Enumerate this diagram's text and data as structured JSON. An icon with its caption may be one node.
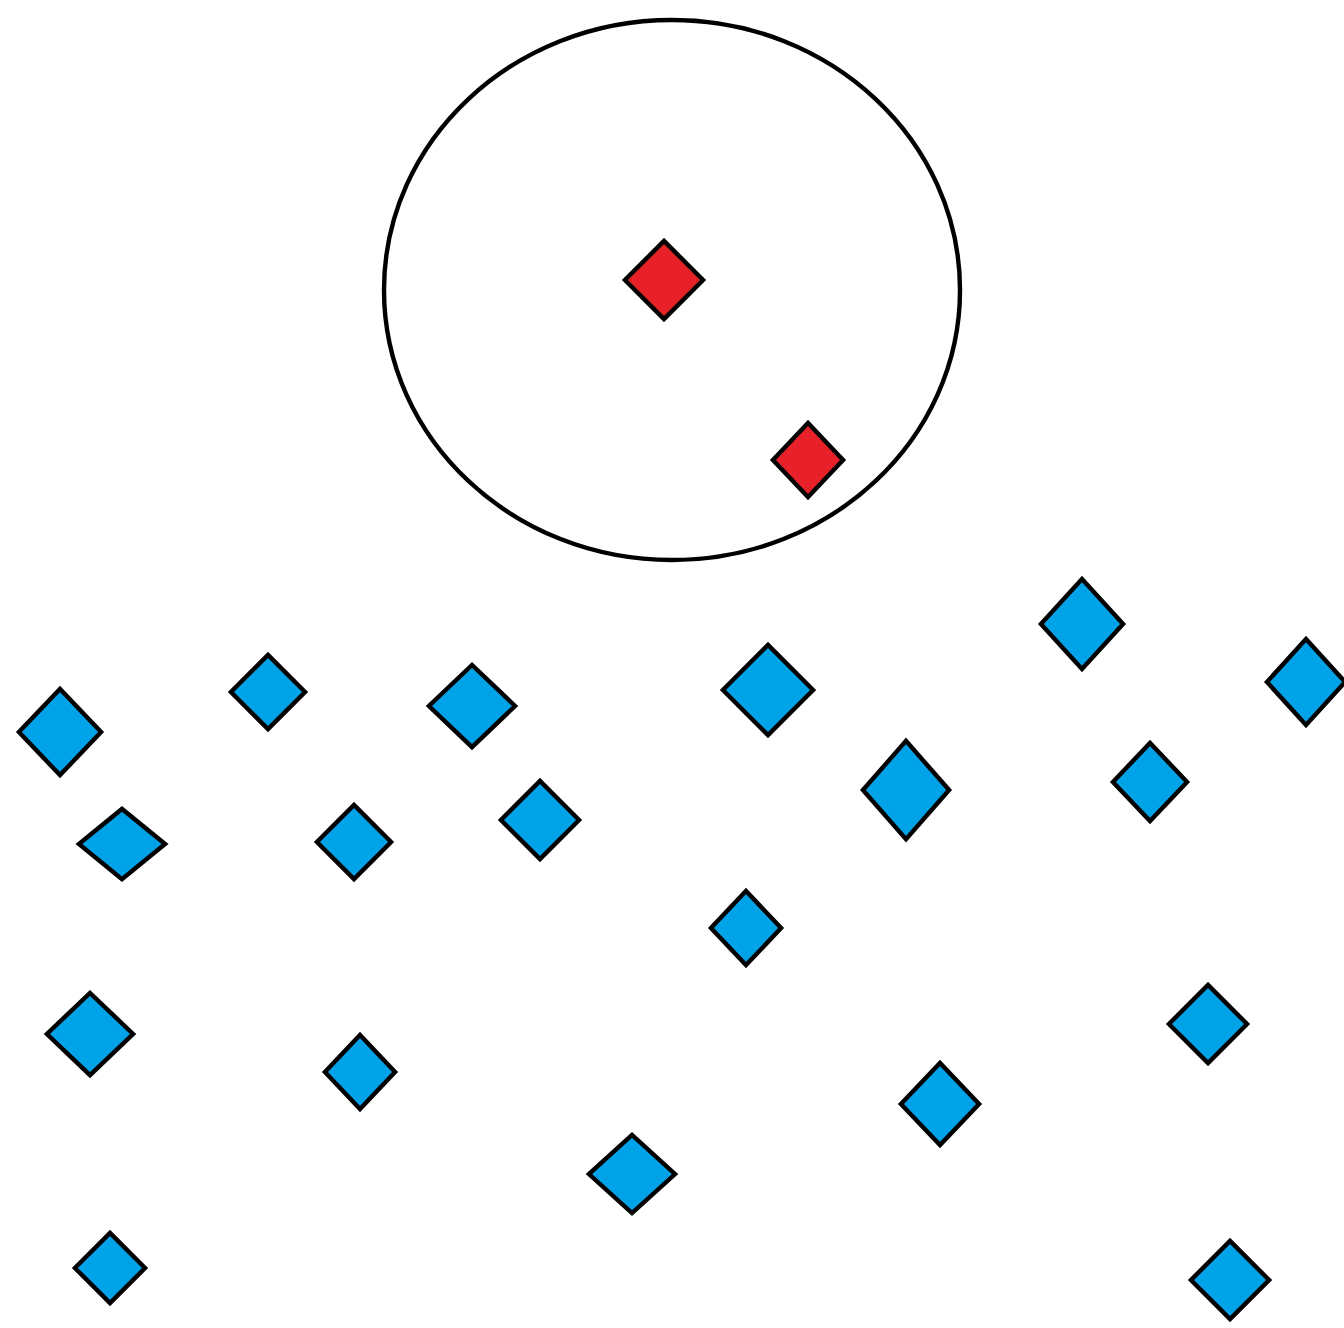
{
  "diagram": {
    "nodes": [
      {
        "text": [],
        "shape": "circle"
      },
      {
        "text": [],
        "shape": "diamond",
        "in": 0
      },
      {
        "text": [],
        "shape": "diamond",
        "in": 0
      },
      {
        "text": [],
        "shape": "diamond"
      },
      {
        "text": [],
        "shape": "diamond"
      },
      {
        "text": [],
        "shape": "diamond"
      },
      {
        "text": [],
        "shape": "diamond"
      },
      {
        "text": [],
        "shape": "diamond"
      },
      {
        "text": [],
        "shape": "diamond"
      },
      {
        "text": [],
        "shape": "diamond"
      },
      {
        "text": [],
        "shape": "diamond"
      },
      {
        "text": [],
        "shape": "diamond"
      },
      {
        "text": [],
        "shape": "diamond"
      },
      {
        "text": [],
        "shape": "diamond"
      },
      {
        "text": [],
        "shape": "diamond"
      },
      {
        "text": [],
        "shape": "diamond"
      },
      {
        "text": [],
        "shape": "diamond"
      },
      {
        "text": [],
        "shape": "diamond"
      },
      {
        "text": [],
        "shape": "diamond"
      },
      {
        "text": [],
        "shape": "diamond"
      },
      {
        "text": [],
        "shape": "diamond"
      },
      {
        "text": [],
        "shape": "diamond"
      }
    ]
  }
}
